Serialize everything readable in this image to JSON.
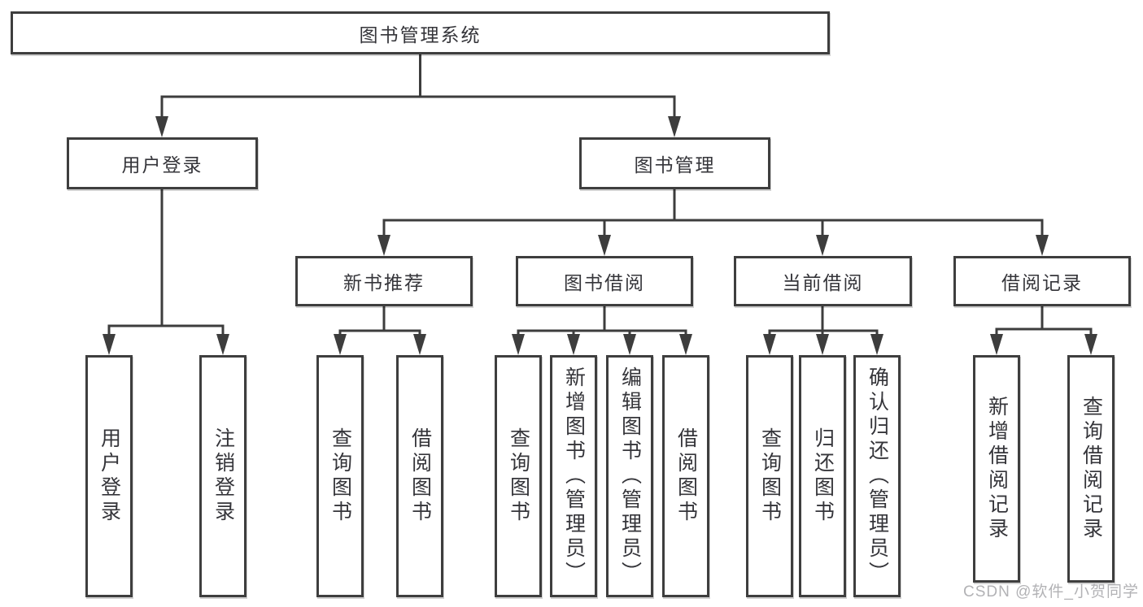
{
  "tree": {
    "root": "图书管理系统",
    "branches": [
      {
        "label": "用户登录",
        "children": [
          "用户登录",
          "注销登录"
        ]
      },
      {
        "label": "图书管理",
        "groups": [
          {
            "label": "新书推荐",
            "children": [
              "查询图书",
              "借阅图书"
            ]
          },
          {
            "label": "图书借阅",
            "children": [
              "查询图书",
              "新增图书（管理员）",
              "编辑图书（管理员）",
              "借阅图书"
            ]
          },
          {
            "label": "当前借阅",
            "children": [
              "查询图书",
              "归还图书",
              "确认归还（管理员）"
            ]
          },
          {
            "label": "借阅记录",
            "children": [
              "新增借阅记录",
              "查询借阅记录"
            ]
          }
        ]
      }
    ]
  },
  "watermark": "CSDN @软件_小贺同学",
  "colors": {
    "line": "#3d3d3d",
    "border": "#3e3e3e",
    "text": "#35353a",
    "watermark": "#b2b2b5"
  }
}
